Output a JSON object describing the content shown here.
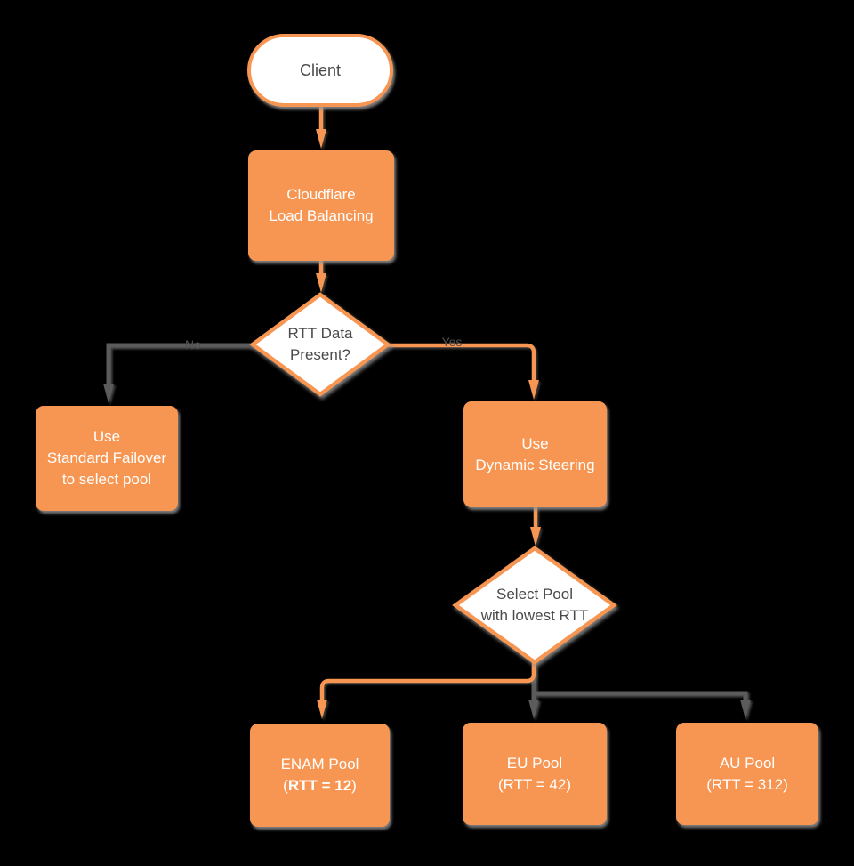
{
  "canvas": {
    "background": "#000000",
    "accent_orange": "#F79652",
    "edge_gray": "#5B5B5B",
    "text_dark": "#4A4A4A",
    "text_light": "#FFFFFF"
  },
  "nodes": {
    "client": {
      "label": "Client"
    },
    "cloudflare": {
      "line1": "Cloudflare",
      "line2": "Load Balancing"
    },
    "rtt_decision": {
      "line1": "RTT Data",
      "line2": "Present?"
    },
    "standard_failover": {
      "line1": "Use",
      "line2": "Standard Failover",
      "line3": "to select pool"
    },
    "dynamic_steering": {
      "line1": "Use",
      "line2": "Dynamic Steering"
    },
    "select_pool": {
      "line1": "Select Pool",
      "line2": "with lowest RTT"
    },
    "enam_pool": {
      "line1": "ENAM Pool",
      "line2_open": "(",
      "line2_bold": "RTT = 12",
      "line2_close": ")"
    },
    "eu_pool": {
      "line1": "EU Pool",
      "line2": "(RTT = 42)"
    },
    "au_pool": {
      "line1": "AU Pool",
      "line2": "(RTT = 312)"
    }
  },
  "edges": {
    "no_label": "No",
    "yes_label": "Yes"
  }
}
